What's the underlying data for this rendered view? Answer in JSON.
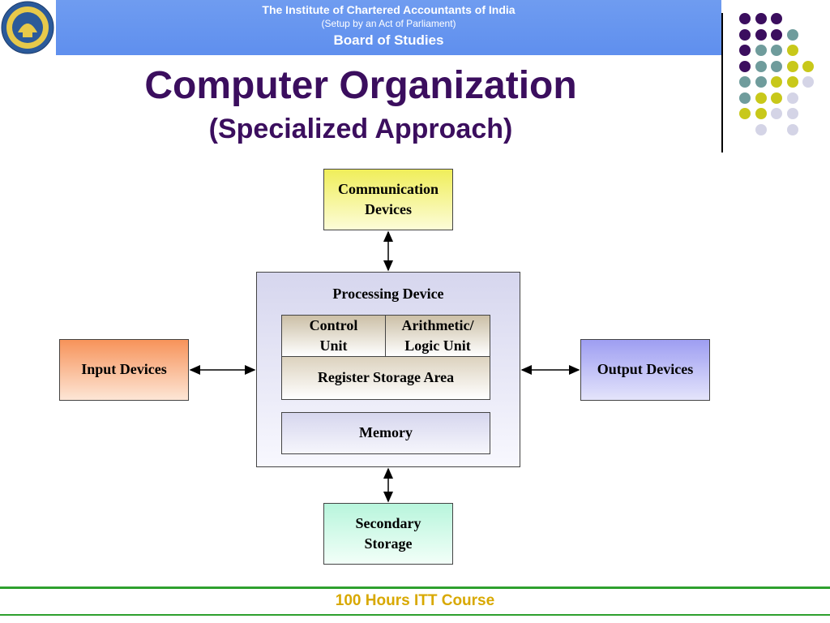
{
  "header": {
    "institute": "The Institute of Chartered Accountants of India",
    "act": "(Setup by an Act of Parliament)",
    "board": "Board of Studies"
  },
  "title": "Computer Organization",
  "subtitle": "(Specialized Approach)",
  "diagram": {
    "communication": [
      "Communication",
      "Devices"
    ],
    "input": "Input Devices",
    "output": "Output Devices",
    "processing": {
      "label": "Processing Device",
      "control": [
        "Control",
        "Unit"
      ],
      "alu": [
        "Arithmetic/",
        "Logic Unit"
      ],
      "register": "Register Storage Area",
      "memory": "Memory"
    },
    "secondary": [
      "Secondary",
      "Storage"
    ]
  },
  "colors": {
    "title": "#3b0e5e",
    "dot_purple": "#3b0e5e",
    "dot_teal": "#6f9c9c",
    "dot_yellow": "#c8c81a",
    "dot_lavender": "#d4d4e6"
  },
  "footer": "100 Hours ITT Course"
}
